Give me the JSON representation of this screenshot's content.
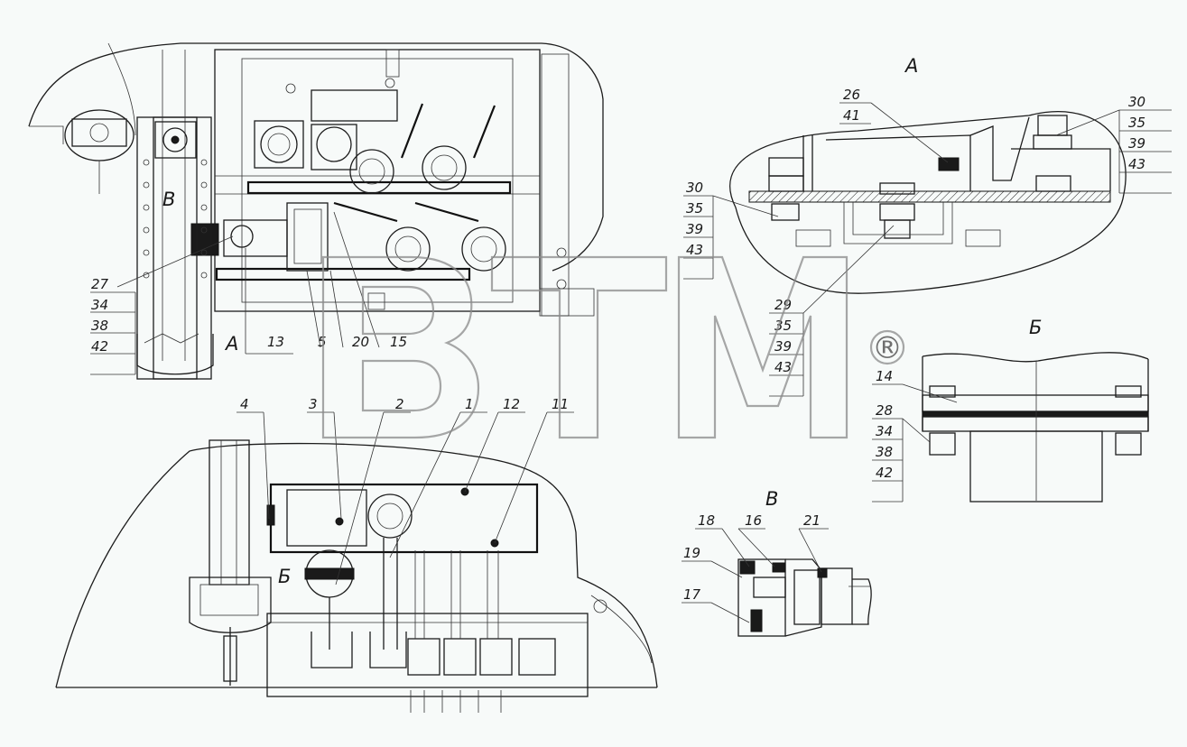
{
  "views": {
    "a": "А",
    "b": "Б",
    "v": "В"
  },
  "labels": {
    "n1": "1",
    "n2": "2",
    "n3": "3",
    "n4": "4",
    "n5": "5",
    "n11": "11",
    "n12": "12",
    "n13": "13",
    "n14": "14",
    "n15": "15",
    "n16": "16",
    "n17": "17",
    "n18": "18",
    "n19": "19",
    "n20": "20",
    "n21": "21",
    "n26": "26",
    "n27": "27",
    "n28": "28",
    "n29": "29",
    "n30": "30",
    "n34": "34",
    "n35": "35",
    "n38": "38",
    "n39": "39",
    "n41": "41",
    "n42": "42",
    "n43": "43"
  },
  "watermark": {
    "mark": "®"
  }
}
